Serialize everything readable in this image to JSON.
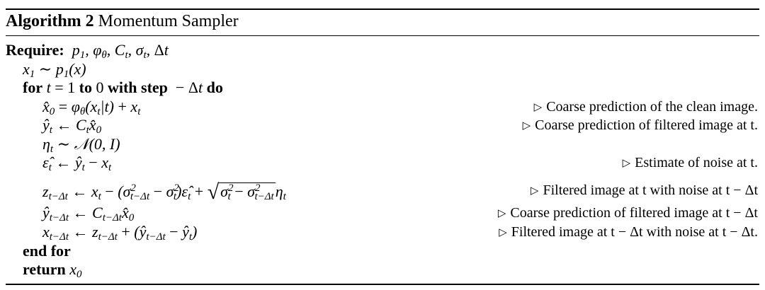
{
  "algorithm": {
    "label": "Algorithm 2",
    "name": "Momentum Sampler"
  },
  "require": {
    "keyword": "Require:",
    "args": "p1, φθ, Ct, σt, Δt"
  },
  "lines": {
    "init": "x1 ∼ p1(x)",
    "for_kw": "for",
    "for_cond": "t = 1 to 0 with step − Δt do",
    "l1": "x̂0 = φθ(xt|t) + xt",
    "l2": "ŷt ← Ct x̂0",
    "l3": "ηt ∼ N(0, I)",
    "l4": "ε̂t ← ŷt − xt",
    "l5": "zt−Δt ← xt − (σ²t−Δt − σ²t) ε̂t + √(σ²t − σ²t−Δt) ηt",
    "l6": "ŷt−Δt ← Ct−Δt x̂0",
    "l7": "xt−Δt ← zt−Δt + (ŷt−Δt − ŷt)",
    "end_for": "end for",
    "return_kw": "return",
    "return_val": "x0"
  },
  "comments": {
    "c1": "Coarse prediction of the clean image.",
    "c2": "Coarse prediction of filtered image at t.",
    "c4": "Estimate of noise at t.",
    "c5": "Filtered image at t with noise at t − Δt",
    "c6": "Coarse prediction of filtered image at t − Δt",
    "c7": "Filtered image at t − Δt with noise at t − Δt."
  },
  "comment_marker_icon": "triangle-right-icon"
}
